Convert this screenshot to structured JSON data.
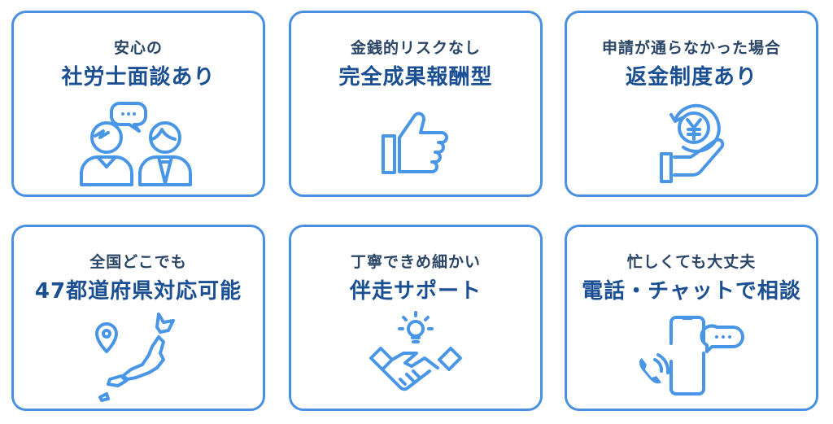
{
  "accent_color": "#4a90e2",
  "cards": [
    {
      "sub": "安心の",
      "main": "社労士面談あり",
      "icon": "consultation-people-icon"
    },
    {
      "sub": "金銭的リスクなし",
      "main": "完全成果報酬型",
      "icon": "thumbs-up-icon"
    },
    {
      "sub": "申請が通らなかった場合",
      "main": "返金制度あり",
      "icon": "yen-refund-hand-icon"
    },
    {
      "sub": "全国どこでも",
      "main": "47都道府県対応可能",
      "icon": "japan-map-pin-icon"
    },
    {
      "sub": "丁寧できめ細かい",
      "main": "伴走サポート",
      "icon": "handshake-idea-icon"
    },
    {
      "sub": "忙しくても大丈夫",
      "main": "電話・チャットで相談",
      "icon": "phone-chat-icon"
    }
  ]
}
